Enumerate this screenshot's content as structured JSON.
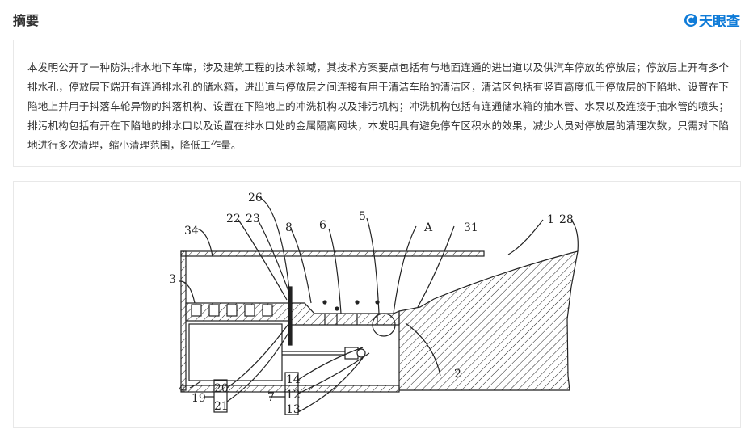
{
  "header": {
    "title": "摘要",
    "logo_text": "天眼查",
    "logo_color": "#0e7bd8"
  },
  "abstract": {
    "text": "本发明公开了一种防洪排水地下车库，涉及建筑工程的技术领域，其技术方案要点包括有与地面连通的进出道以及供汽车停放的停放层；停放层上开有多个排水孔，停放层下端开有连通排水孔的储水箱，进出道与停放层之间连接有用于清洁车胎的清洁区，清洁区包括有竖直高度低于停放层的下陷地、设置在下陷地上并用于抖落车轮异物的抖落机构、设置在下陷地上的冲洗机构以及排污机构；冲洗机构包括有连通储水箱的抽水管、水泵以及连接于抽水管的喷头；排污机构包括有开在下陷地的排水口以及设置在排水口处的金属隔离网块，本发明具有避免停车区积水的效果，减少人员对停放层的清理次数，只需对下陷地进行多次清理，缩小清理范围，降低工作量。"
  },
  "figure": {
    "labels": {
      "l26": "26",
      "l22": "22",
      "l23": "23",
      "l8": "8",
      "l6": "6",
      "l5": "5",
      "lA": "A",
      "l31": "31",
      "l1": "1",
      "l28": "28",
      "l34": "34",
      "l3": "3",
      "l4": "4",
      "l19": "19",
      "l20": "20",
      "l21": "21",
      "l7": "7",
      "l14": "14",
      "l12": "12",
      "l13": "13",
      "l2": "2"
    }
  }
}
